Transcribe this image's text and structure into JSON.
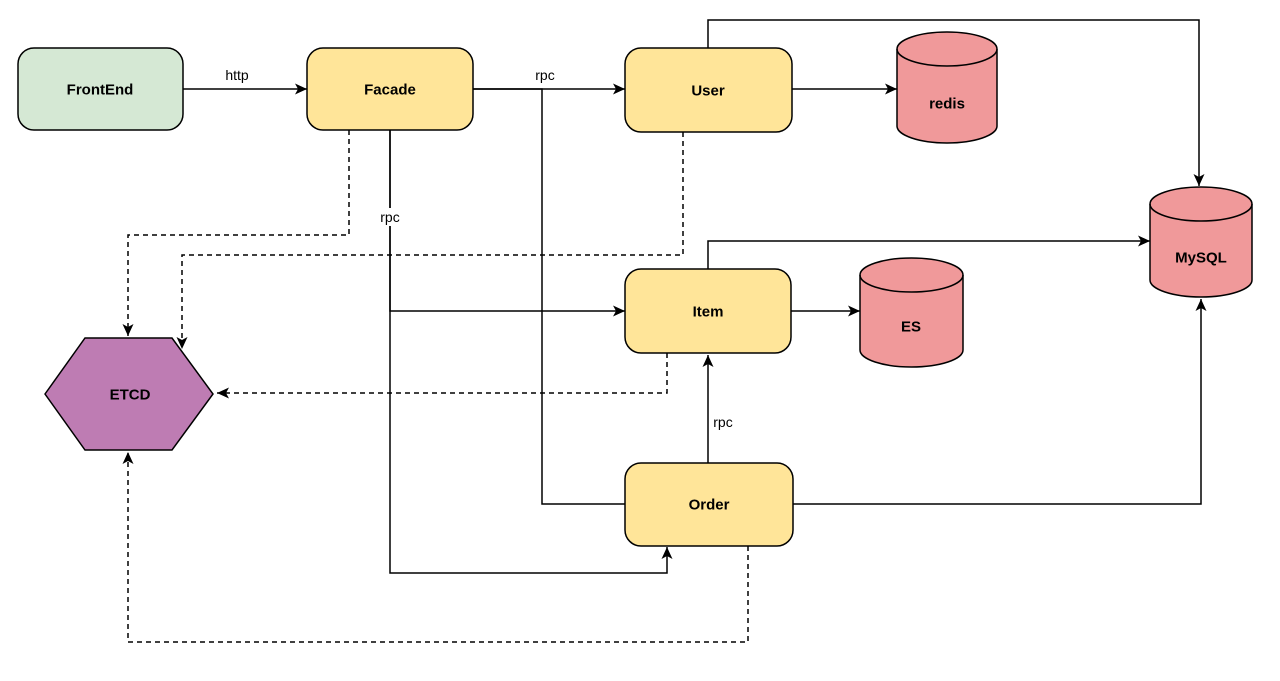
{
  "diagram": {
    "background": "#ffffff",
    "colors": {
      "stroke": "#000000",
      "text": "#000000",
      "frontend_fill": "#d5e8d4",
      "service_fill": "#ffe599",
      "datastore_fill": "#f0999a",
      "etcd_fill": "#be7cb3",
      "label_background": "#ffffff"
    },
    "nodes": {
      "frontend": {
        "label": "FrontEnd",
        "shape": "rounded-rectangle"
      },
      "facade": {
        "label": "Facade",
        "shape": "rounded-rectangle"
      },
      "user": {
        "label": "User",
        "shape": "rounded-rectangle"
      },
      "item": {
        "label": "Item",
        "shape": "rounded-rectangle"
      },
      "order": {
        "label": "Order",
        "shape": "rounded-rectangle"
      },
      "redis": {
        "label": "redis",
        "shape": "cylinder"
      },
      "es": {
        "label": "ES",
        "shape": "cylinder"
      },
      "mysql": {
        "label": "MySQL",
        "shape": "cylinder"
      },
      "etcd": {
        "label": "ETCD",
        "shape": "hexagon"
      }
    },
    "edge_labels": {
      "frontend_facade": "http",
      "facade_user": "rpc",
      "facade_item": "rpc",
      "order_item": "rpc"
    },
    "edges": [
      {
        "from": "FrontEnd",
        "to": "Facade",
        "style": "solid",
        "arrow": true,
        "label": "http"
      },
      {
        "from": "Facade",
        "to": "User",
        "style": "solid",
        "arrow": true,
        "label": "rpc"
      },
      {
        "from": "Facade",
        "to": "Order",
        "style": "solid",
        "arrow": false,
        "label": "",
        "route": "enters-left-side"
      },
      {
        "from": "Facade",
        "to": "Item",
        "style": "solid",
        "arrow": true,
        "label": "rpc"
      },
      {
        "from": "Facade",
        "to": "Order",
        "style": "solid",
        "arrow": true,
        "label": "",
        "route": "enters-bottom"
      },
      {
        "from": "User",
        "to": "redis",
        "style": "solid",
        "arrow": true,
        "label": ""
      },
      {
        "from": "User",
        "to": "MySQL",
        "style": "solid",
        "arrow": true,
        "label": ""
      },
      {
        "from": "Item",
        "to": "ES",
        "style": "solid",
        "arrow": true,
        "label": ""
      },
      {
        "from": "Item",
        "to": "MySQL",
        "style": "solid",
        "arrow": true,
        "label": ""
      },
      {
        "from": "Order",
        "to": "MySQL",
        "style": "solid",
        "arrow": true,
        "label": ""
      },
      {
        "from": "Order",
        "to": "Item",
        "style": "solid",
        "arrow": true,
        "label": "rpc"
      },
      {
        "from": "Facade",
        "to": "ETCD",
        "style": "dashed",
        "arrow": true,
        "label": ""
      },
      {
        "from": "User",
        "to": "ETCD",
        "style": "dashed",
        "arrow": true,
        "label": ""
      },
      {
        "from": "Item",
        "to": "ETCD",
        "style": "dashed",
        "arrow": true,
        "label": ""
      },
      {
        "from": "Order",
        "to": "ETCD",
        "style": "dashed",
        "arrow": true,
        "label": ""
      }
    ]
  }
}
